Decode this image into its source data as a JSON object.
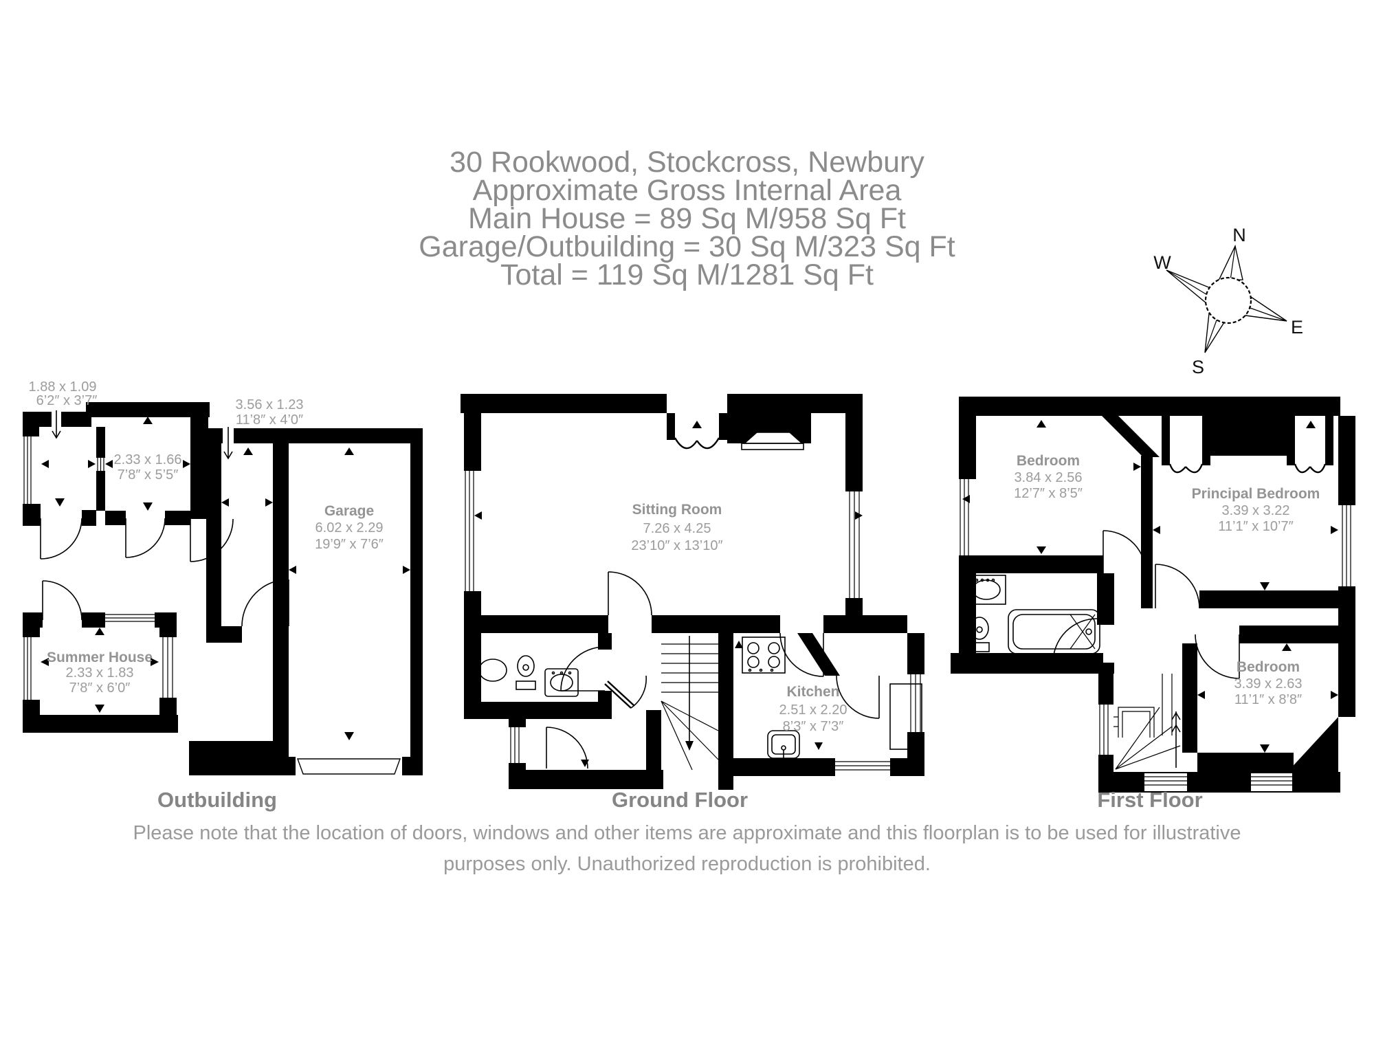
{
  "header": {
    "lines": [
      "30 Rookwood, Stockcross, Newbury",
      "Approximate Gross Internal Area",
      "Main House = 89 Sq M/958 Sq Ft",
      "Garage/Outbuilding = 30 Sq M/323 Sq Ft",
      "Total = 119 Sq M/1281 Sq Ft"
    ]
  },
  "compass": {
    "north": "N",
    "east": "E",
    "south": "S",
    "west": "W"
  },
  "plans": {
    "outbuilding": {
      "label": "Outbuilding",
      "rooms": [
        {
          "name": "",
          "dims_m": "1.88 x 1.09",
          "dims_ft": "6’2″ x 3’7″"
        },
        {
          "name": "",
          "dims_m": "2.33 x 1.66",
          "dims_ft": "7’8″ x 5’5″"
        },
        {
          "name": "",
          "dims_m": "3.56 x 1.23",
          "dims_ft": "11’8″ x 4’0″"
        },
        {
          "name": "Garage",
          "dims_m": "6.02 x 2.29",
          "dims_ft": "19’9″ x 7’6″"
        },
        {
          "name": "Summer House",
          "dims_m": "2.33 x 1.83",
          "dims_ft": "7’8″ x 6’0″"
        }
      ]
    },
    "ground_floor": {
      "label": "Ground Floor",
      "rooms": [
        {
          "name": "Sitting Room",
          "dims_m": "7.26 x 4.25",
          "dims_ft": "23’10″ x 13’10″"
        },
        {
          "name": "Kitchen",
          "dims_m": "2.51 x 2.20",
          "dims_ft": "8’3″ x 7’3″"
        }
      ]
    },
    "first_floor": {
      "label": "First Floor",
      "rooms": [
        {
          "name": "Bedroom",
          "dims_m": "3.84 x 2.56",
          "dims_ft": "12’7″ x 8’5″"
        },
        {
          "name": "Principal Bedroom",
          "dims_m": "3.39 x 3.22",
          "dims_ft": "11’1″ x 10’7″"
        },
        {
          "name": "Bedroom",
          "dims_m": "3.39 x 2.63",
          "dims_ft": "11’1″ x 8’8″"
        }
      ]
    }
  },
  "footer": {
    "line1": "Please note that the location of doors, windows and other items are approximate and this floorplan is to be used for illustrative",
    "line2": "purposes only. Unauthorized reproduction is prohibited."
  }
}
